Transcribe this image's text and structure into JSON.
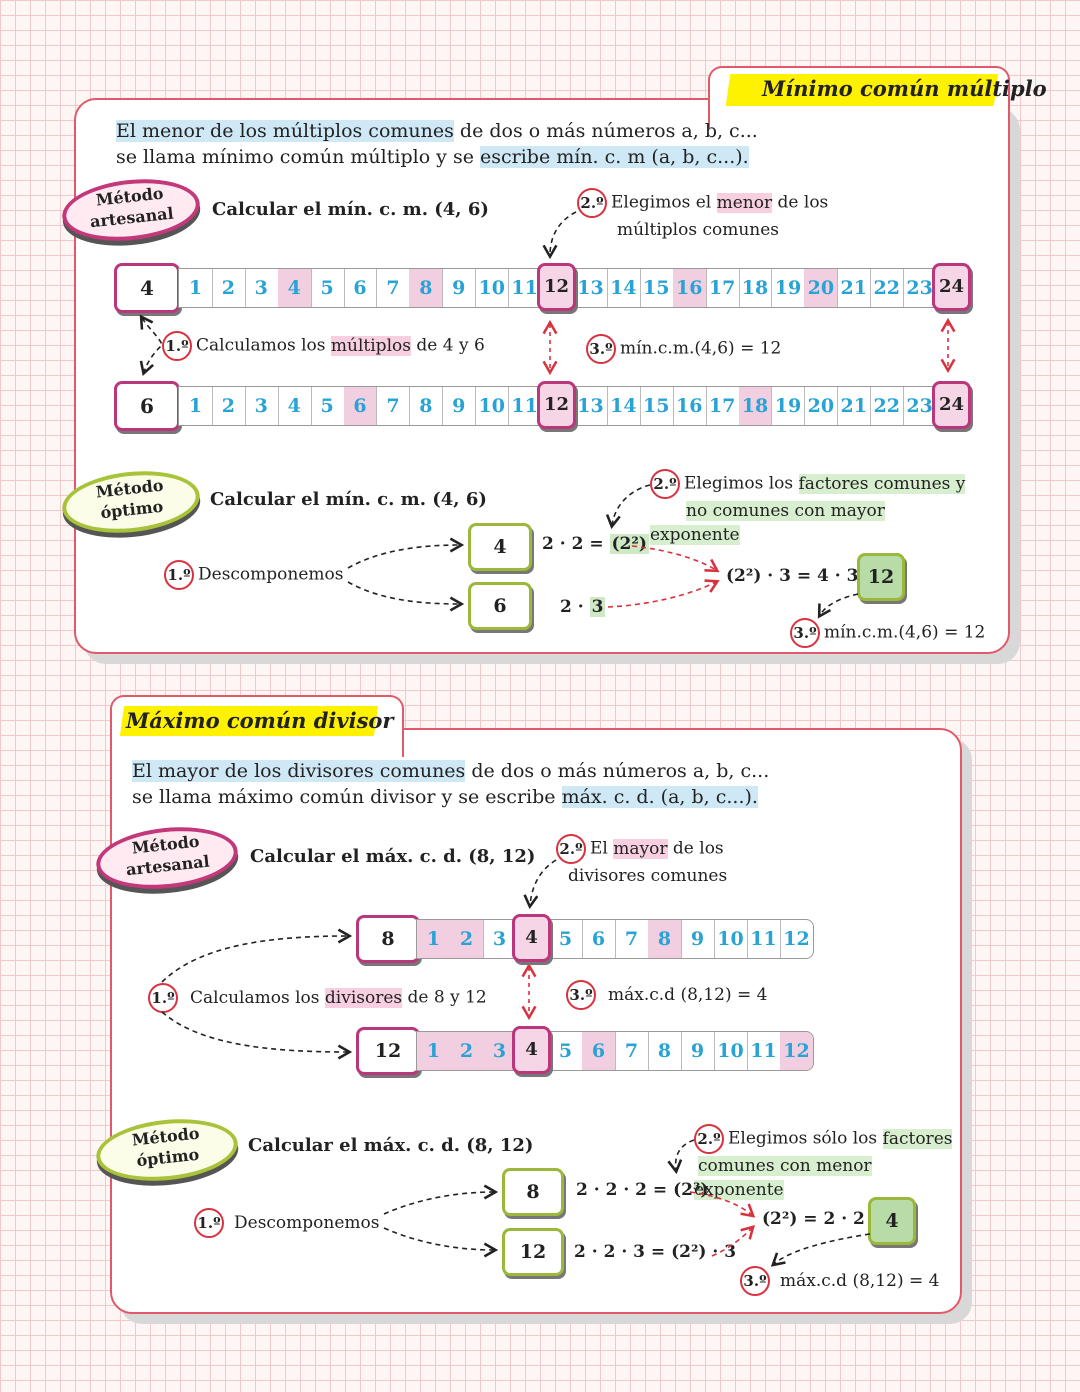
{
  "mcm": {
    "title": "Mínimo común múltiplo",
    "def_part1": "El menor de los múltiplos comunes",
    "def_part2": " de dos o más números a, b, c...",
    "def_part3": "se llama mínimo común múltiplo y se ",
    "def_part4": "escribe mín. c. m (a, b, c...).",
    "artesanal": {
      "badge_line1": "Método",
      "badge_line2": "artesanal",
      "task": "Calcular el mín. c. m. (4, 6)",
      "step2_num": "2.º",
      "step2_a": "Elegimos el ",
      "step2_b": "menor",
      "step2_c": " de los",
      "step2_d": "múltiplos comunes",
      "step1_num": "1.º",
      "step1_a": "Calculamos los ",
      "step1_b": "múltiplos",
      "step1_c": " de 4 y 6",
      "step3_num": "3.º",
      "step3_text": "mín.c.m.(4,6) = 12",
      "row1_label": "4",
      "row1_cells": [
        "1",
        "2",
        "3",
        "4",
        "5",
        "6",
        "7",
        "8",
        "9",
        "10",
        "11",
        "12",
        "13",
        "14",
        "15",
        "16",
        "17",
        "18",
        "19",
        "20",
        "21",
        "22",
        "23",
        "24"
      ],
      "row1_marked": [
        "4",
        "8",
        "16",
        "20"
      ],
      "row2_label": "6",
      "row2_cells": [
        "1",
        "2",
        "3",
        "4",
        "5",
        "6",
        "7",
        "8",
        "9",
        "10",
        "11",
        "12",
        "13",
        "14",
        "15",
        "16",
        "17",
        "18",
        "19",
        "20",
        "21",
        "22",
        "23",
        "24"
      ],
      "row2_marked": [
        "6",
        "18"
      ],
      "common": [
        "12",
        "24"
      ]
    },
    "optimo": {
      "badge_line1": "Método",
      "badge_line2": "óptimo",
      "task": "Calcular el mín. c. m. (4, 6)",
      "step2_num": "2.º",
      "step2_a": "Elegimos los ",
      "step2_b": "factores comunes y",
      "step2_c": "no comunes con mayor exponente",
      "step1_num": "1.º",
      "step1_text": "Descomponemos",
      "box_a": "4",
      "box_b": "6",
      "formula_a1": "2 · 2 = ",
      "formula_a2": "(2²)",
      "formula_b1": "2 · ",
      "formula_b2": "3",
      "result_formula": "(2²) · 3 = 4 · 3 =",
      "result": "12",
      "step3_num": "3.º",
      "step3_text": "mín.c.m.(4,6) = 12"
    }
  },
  "mcd": {
    "title": "Máximo común divisor",
    "def_part1": "El mayor de los divisores comunes",
    "def_part2": " de dos o más números a, b, c...",
    "def_part3": "se llama máximo común divisor y se escribe ",
    "def_part4": "máx. c. d. (a, b, c...).",
    "artesanal": {
      "badge_line1": "Método",
      "badge_line2": "artesanal",
      "task": "Calcular el máx. c. d. (8, 12)",
      "step2_num": "2.º",
      "step2_a": "El ",
      "step2_b": "mayor",
      "step2_c": " de los",
      "step2_d": "divisores comunes",
      "step1_num": "1.º",
      "step1_a": "Calculamos los ",
      "step1_b": "divisores",
      "step1_c": " de 8 y 12",
      "step3_num": "3.º",
      "step3_text": "máx.c.d (8,12) = 4",
      "row1_label": "8",
      "row1_cells": [
        "1",
        "2",
        "3",
        "4",
        "5",
        "6",
        "7",
        "8",
        "9",
        "10",
        "11",
        "12"
      ],
      "row1_marked": [
        "1",
        "2",
        "8"
      ],
      "row2_label": "12",
      "row2_cells": [
        "1",
        "2",
        "3",
        "4",
        "5",
        "6",
        "7",
        "8",
        "9",
        "10",
        "11",
        "12"
      ],
      "row2_marked": [
        "1",
        "2",
        "3",
        "6",
        "12"
      ],
      "common": [
        "4"
      ]
    },
    "optimo": {
      "badge_line1": "Método",
      "badge_line2": "óptimo",
      "task": "Calcular el máx. c. d. (8, 12)",
      "step2_num": "2.º",
      "step2_a": "Elegimos sólo los ",
      "step2_b": "factores",
      "step2_c": "comunes con menor exponente",
      "step1_num": "1.º",
      "step1_text": "Descomponemos",
      "box_a": "8",
      "box_b": "12",
      "formula_a": "2 · 2 · 2 = (2³)",
      "formula_b": "2 · 2 · 3 = (2²) · 3",
      "result_formula": "(2²) = 2 · 2 =",
      "result": "4",
      "step3_num": "3.º",
      "step3_text": "máx.c.d (8,12) = 4"
    }
  },
  "colors": {
    "accent_red": "#e05a6a",
    "pink": "#b9377a",
    "green": "#9cb83a",
    "cell_blue": "#29a3d6",
    "yellow": "#fff200"
  }
}
